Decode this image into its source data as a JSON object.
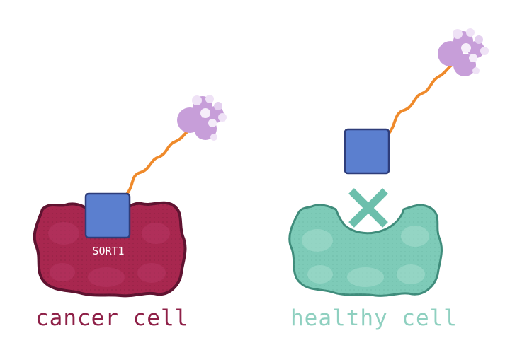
{
  "left_panel": {
    "receptor_label": "SORT1",
    "caption": "cancer cell",
    "cell_color": "#a8274f",
    "cell_outline": "#5e1330",
    "caption_color": "#8e2047"
  },
  "right_panel": {
    "caption": "healthy cell",
    "cell_color": "#7ecbb8",
    "cell_outline": "#3f8c7b",
    "caption_color": "#8fd0c0",
    "blocked_mark_color": "#6cbfac"
  },
  "ligand_color": "#5b7fcf",
  "linker_color": "#ef8a2b",
  "payload_color": "#c79ed9"
}
